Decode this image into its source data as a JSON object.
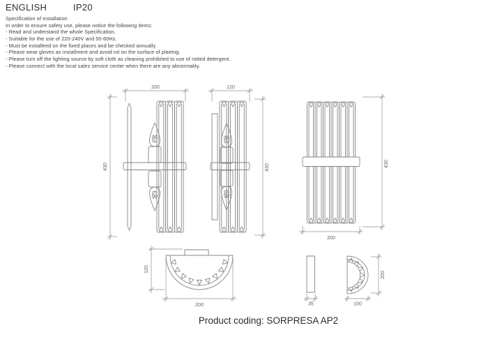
{
  "header": {
    "language": "ENGLISH",
    "ip_rating": "IP20"
  },
  "spec": {
    "title": "Specification of installation",
    "intro": "In order to ensure safety use, please notice the following items:",
    "items": [
      "- Read and understand the whole Specification.",
      "- Suitable for the use of 220-240V and 50-60Hz.",
      "- Must be installeed on the fixed places and be checked annually",
      "- Please wear gloves as installment and avoid rot on the surface of plaetng.",
      "- Please turn off the lighitng source by soft cloth as cleaning prohibited to use of rotted detergent.",
      "- Please connect with the local sales service center when there are any abnormality."
    ]
  },
  "drawings": {
    "side_view_200": {
      "width_label": "200",
      "height_label": "430"
    },
    "side_view_120": {
      "width_label": "120",
      "height_label": "430"
    },
    "front_view": {
      "height_label": "430",
      "width_label": "200"
    },
    "bottom_view": {
      "depth_label": "120",
      "width_label": "200"
    },
    "backplate_side": {
      "width_label": "35"
    },
    "backplate_front": {
      "height_label": "200",
      "width_label": "100"
    }
  },
  "footer": {
    "product_coding": "Product coding: SORPRESA AP2"
  },
  "colors": {
    "background": "#ffffff",
    "line": "#858585",
    "text": "#414141",
    "dim_text": "#5f5f5f"
  }
}
